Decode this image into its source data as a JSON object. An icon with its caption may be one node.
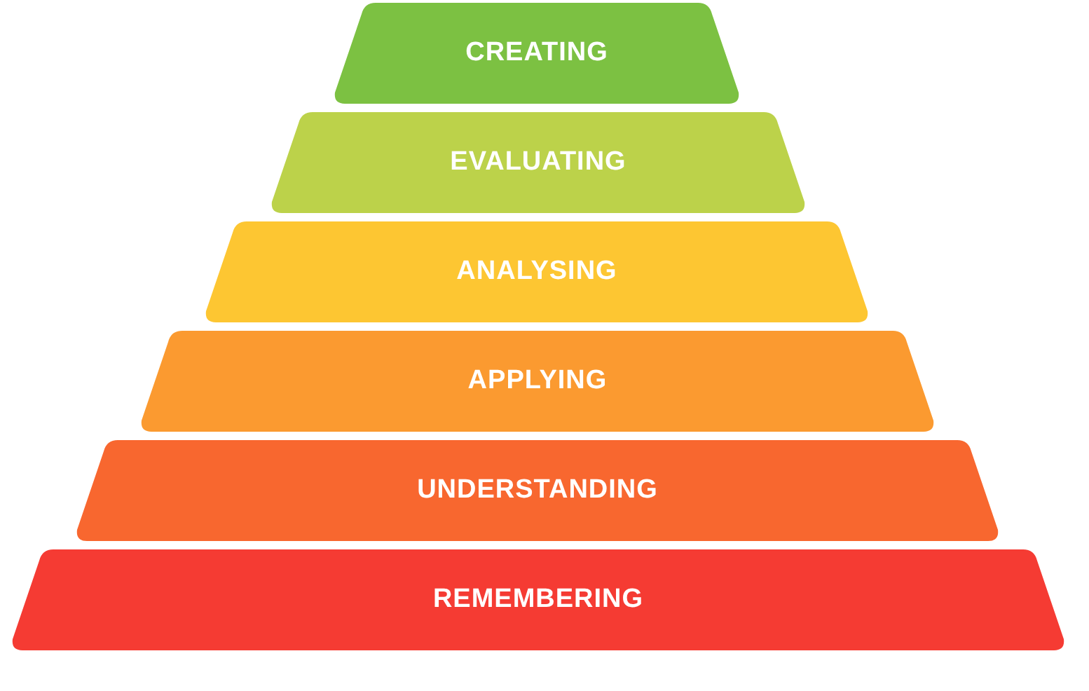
{
  "diagram": {
    "nodes": [
      {
        "text": [
          "CREATING"
        ]
      },
      {
        "text": [
          "EVALUATING"
        ]
      },
      {
        "text": [
          "ANALYSING"
        ]
      },
      {
        "text": [
          "APPLYING"
        ]
      },
      {
        "text": [
          "UNDERSTANDING"
        ]
      },
      {
        "text": [
          "REMEMBERING"
        ]
      }
    ]
  }
}
